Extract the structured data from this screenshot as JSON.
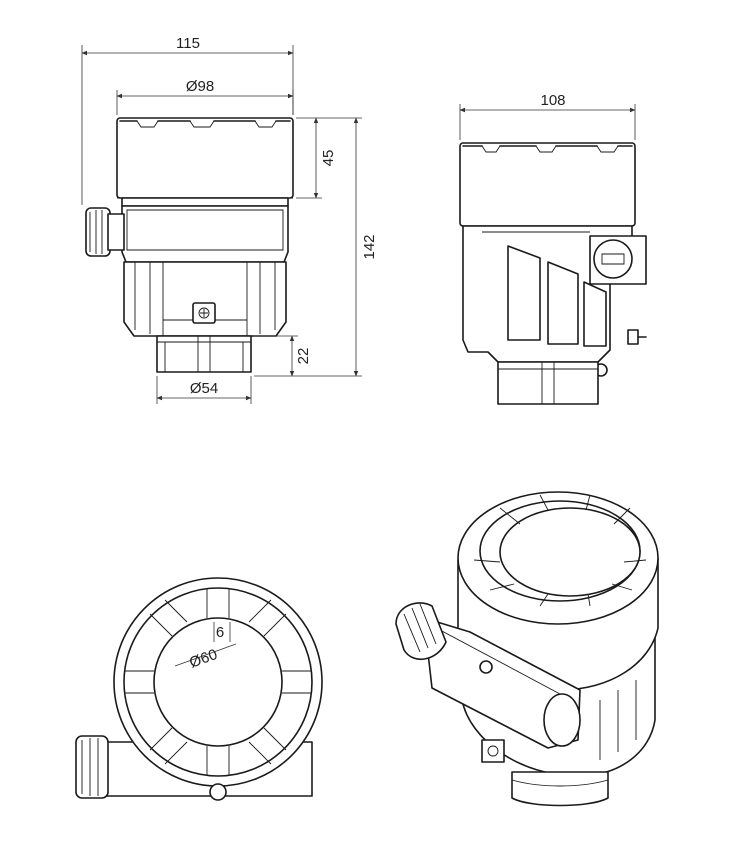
{
  "dimensions": {
    "overall_width": "115",
    "cover_diameter": "Ø98",
    "cover_height": "45",
    "total_height": "142",
    "thread_height": "22",
    "thread_diameter": "Ø54",
    "side_width": "108",
    "top_window_diameter": "Ø60",
    "slot_width": "6"
  },
  "colors": {
    "line": "#1a1a1a",
    "background": "#ffffff"
  }
}
